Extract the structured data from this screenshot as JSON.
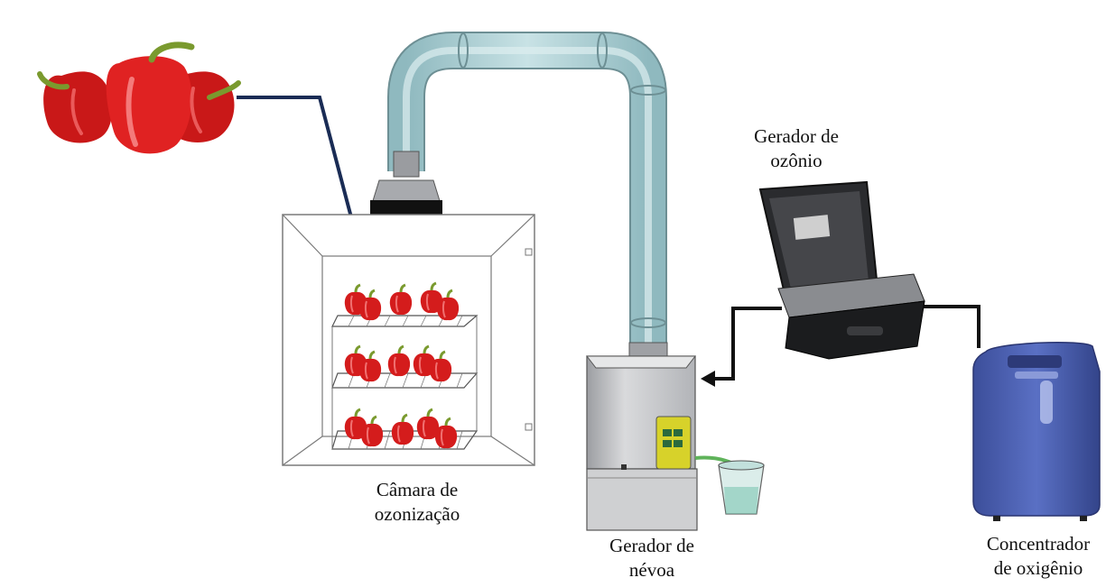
{
  "labels": {
    "chamber": [
      "Câmara de",
      "ozonização"
    ],
    "ozone_generator": [
      "Gerador de",
      "ozônio"
    ],
    "mist_generator": [
      "Gerador de",
      "névoa"
    ],
    "oxygen_concentrator": [
      "Concentrador",
      "de oxigênio"
    ]
  },
  "colors": {
    "pepper": "#d41c1c",
    "pepper_stem": "#7a9a2e",
    "pipe": "#a9cdd2",
    "mist_body": "#c7c9cc",
    "panel": "#d7d22a",
    "case": "#1b1c1e",
    "oxygen_body": "#4a5fb5",
    "tube": "#5fb35a",
    "arrow": "#1a2c55"
  },
  "icons": [
    "bell-pepper-icon",
    "ozone-generator-icon",
    "mist-generator-icon",
    "oxygen-concentrator-icon",
    "ozonation-chamber-icon"
  ]
}
